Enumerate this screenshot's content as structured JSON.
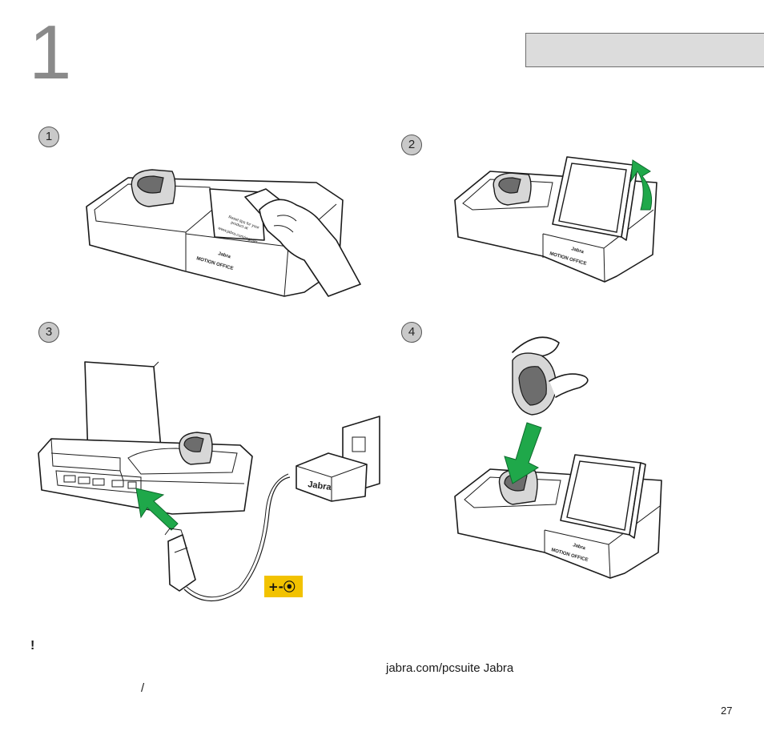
{
  "chapter_number": "1",
  "steps": [
    {
      "number": "1",
      "sticker_text": "Reset tips for your product at\nwww.jabra.com/register",
      "brand": "Jabra",
      "product": "MOTION OFFICE"
    },
    {
      "number": "2",
      "brand": "Jabra",
      "product": "MOTION OFFICE"
    },
    {
      "number": "3",
      "adapter_brand": "Jabra"
    },
    {
      "number": "4",
      "brand": "Jabra",
      "product": "MOTION OFFICE"
    }
  ],
  "power_polarity_symbol": "+-⦿",
  "warning_mark": "!",
  "note_text": "jabra.com/pcsuite  Jabra",
  "slash_text": "/",
  "page_number": "27",
  "colors": {
    "arrow_green": "#1fa84a",
    "polarity_yellow": "#f2c200",
    "header_box": "#dcdcdc"
  }
}
